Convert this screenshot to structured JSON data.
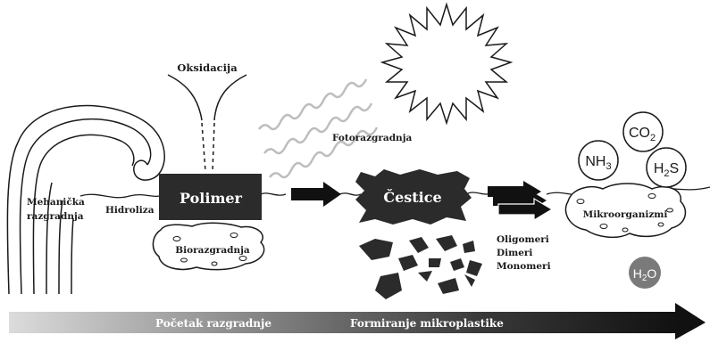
{
  "labels": {
    "oksidacija": "Oksidacija",
    "fotorazgradnja": "Fotorazgradnja",
    "mehanicka_line1": "Mehanička",
    "mehanicka_line2": "razgradnja",
    "hidroliza": "Hidroliza",
    "polimer": "Polimer",
    "biorazgradnja": "Biorazgradnja",
    "cestice": "Čestice",
    "oligomeri": "Oligomeri",
    "dimeri": "Dimeri",
    "monomeri": "Monomeri",
    "mikroorganizmi": "Mikroorganizmi"
  },
  "molecules": {
    "nh3_main": "NH",
    "nh3_sub": "3",
    "co2_main": "CO",
    "co2_sub": "2",
    "h2s_h": "H",
    "h2s_sub": "2",
    "h2s_s": "S",
    "h2o_h": "H",
    "h2o_sub": "2",
    "h2o_o": "O"
  },
  "bottom_bar": {
    "left_label": "Početak razgradnje",
    "right_label": "Formiranje mikroplastike"
  },
  "colors": {
    "ink": "#1a1a1a",
    "box_dark": "#2b2b2b",
    "label_white": "#ffffff",
    "water_drop": "#7a7a7a",
    "wave": "#bdbdbd"
  }
}
